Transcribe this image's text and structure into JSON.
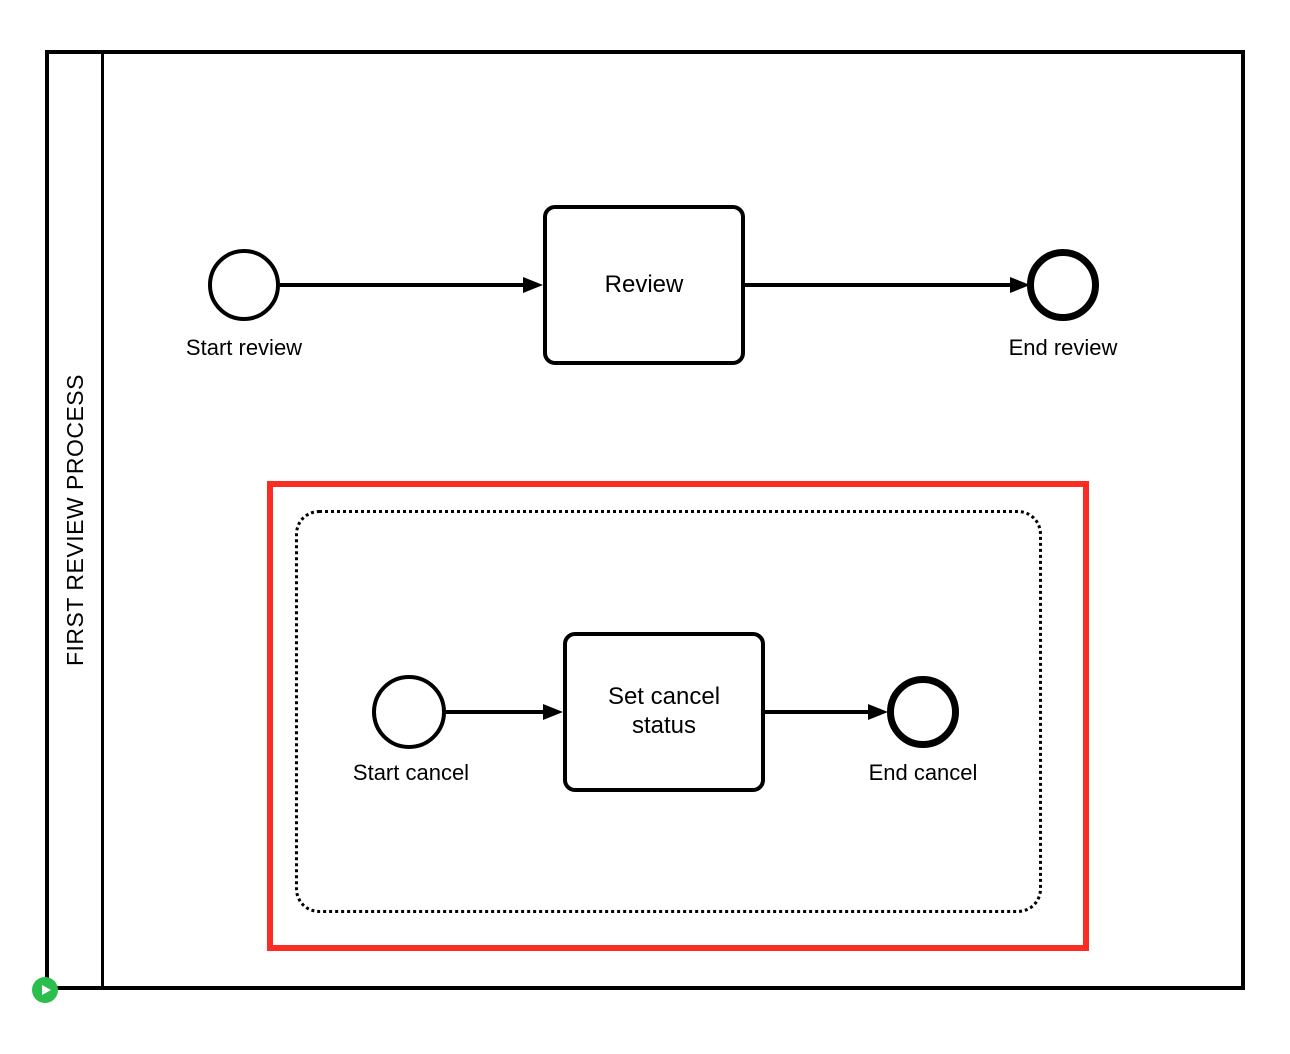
{
  "lane": {
    "label": "FIRST REVIEW PROCESS"
  },
  "main_flow": {
    "start_event": {
      "label": "Start review"
    },
    "task": {
      "label": "Review"
    },
    "end_event": {
      "label": "End review"
    }
  },
  "cancel_subprocess": {
    "start_event": {
      "label": "Start cancel"
    },
    "task": {
      "label": "Set cancel status"
    },
    "end_event": {
      "label": "End cancel"
    }
  },
  "colors": {
    "stroke": "#000000",
    "selection_red": "#F92D21",
    "play_badge_green": "#2BBE4F",
    "background": "#FFFFFF"
  },
  "icons": {
    "play_badge": "play-icon"
  }
}
